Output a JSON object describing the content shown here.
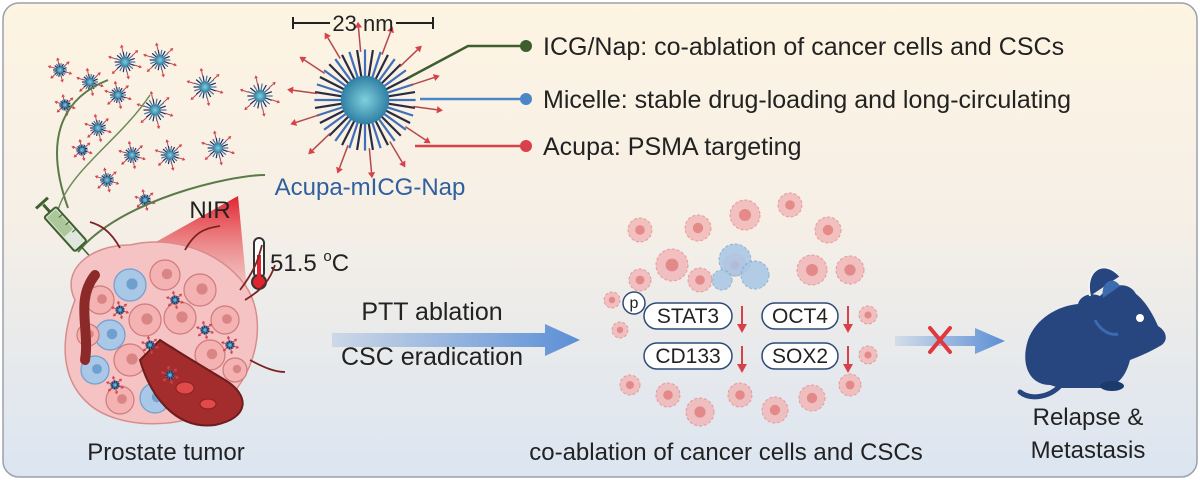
{
  "size_label": "23 nm",
  "nanoparticle_name": "Acupa-mICG-Nap",
  "components": [
    {
      "text": "ICG/Nap: co-ablation of cancer cells and CSCs",
      "color": "#3e5e2e"
    },
    {
      "text": "Micelle: stable drug-loading and long-circulating",
      "color": "#4a86c8"
    },
    {
      "text": "Acupa: PSMA targeting",
      "color": "#d9414a"
    }
  ],
  "nir_label": "NIR",
  "temperature": {
    "value": "51.5",
    "unit_sup": "o",
    "unit": "C"
  },
  "treatment": {
    "line1": "PTT ablation",
    "line2": "CSC eradication"
  },
  "tumor_label": "Prostate tumor",
  "markers": {
    "phospho": "p",
    "items": [
      {
        "label": "STAT3",
        "trend": "down"
      },
      {
        "label": "OCT4",
        "trend": "down"
      },
      {
        "label": "CD133",
        "trend": "down"
      },
      {
        "label": "SOX2",
        "trend": "down"
      }
    ]
  },
  "co_ablation_label": "co-ablation of cancer cells and CSCs",
  "outcome": {
    "line1": "Relapse &",
    "line2": "Metastasis",
    "status": "blocked"
  },
  "colors": {
    "bg_top": "#fdf4e2",
    "bg_bottom": "#dde6f1",
    "title_blue": "#2f5f9e",
    "arrow_blue": "#5b8fd6",
    "cross_red": "#e0383e",
    "mouse": "#27457e",
    "cancer_cell": "#f2b8b8",
    "csc": "#a9c7e6"
  }
}
